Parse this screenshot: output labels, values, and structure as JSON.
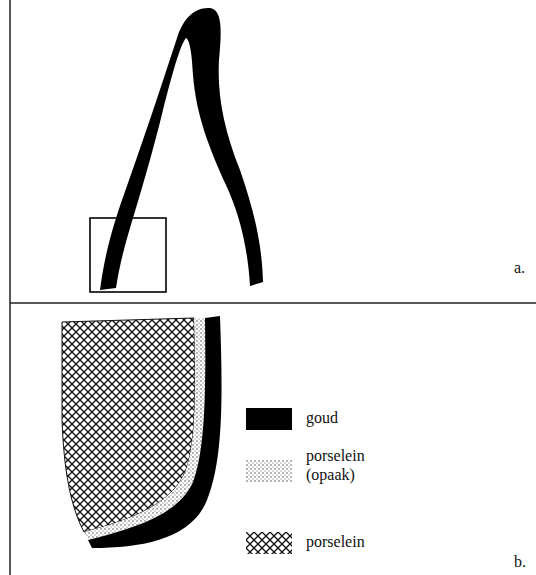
{
  "diagram": {
    "labels": [
      "a.",
      "b."
    ],
    "legend": [
      {
        "text": "goud",
        "color": "#000000"
      },
      {
        "text": "porselein (opaak)"
      },
      {
        "text": "porselein"
      }
    ]
  }
}
